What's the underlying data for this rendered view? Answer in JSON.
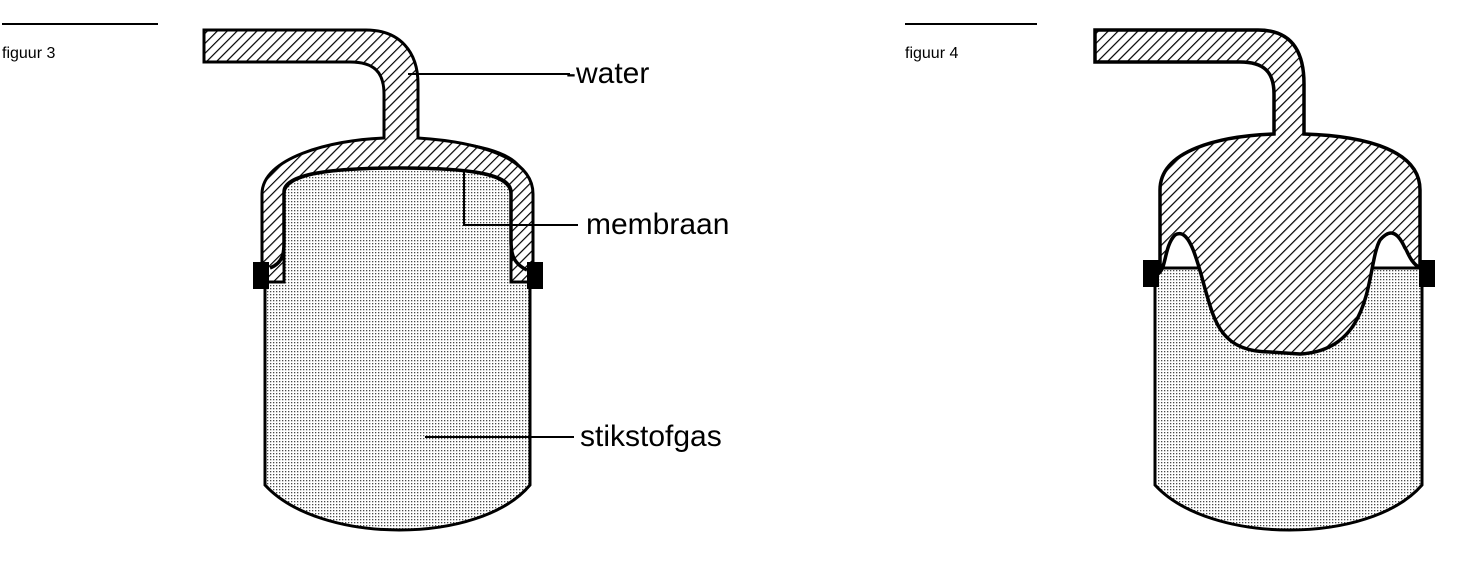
{
  "figures": [
    {
      "caption": "figuur 3",
      "labels": {
        "water": "-water",
        "membraan": "membraan",
        "stikstofgas": "stikstofgas"
      }
    },
    {
      "caption": "figuur 4"
    }
  ]
}
